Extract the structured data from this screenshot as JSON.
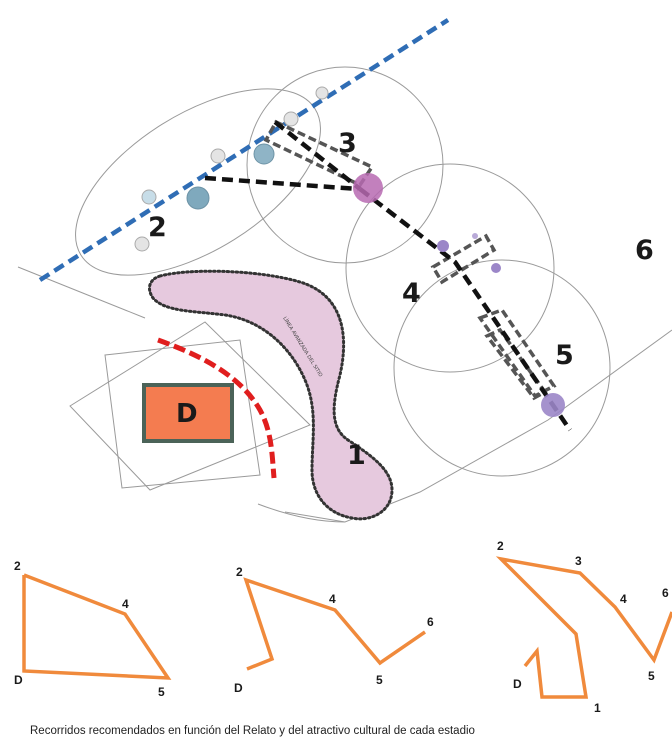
{
  "site_plan": {
    "zone_labels": {
      "z1": "1",
      "z2": "2",
      "z3": "3",
      "z4": "4",
      "z5": "5",
      "z6": "6"
    },
    "d_label": "D",
    "axis_text": "LÍNEA AVANZADA DEL SITIO",
    "colors": {
      "blue_line": "#2f6db5",
      "red_line": "#e01e1e",
      "pink_area": "#e6c9de",
      "d_box_fill": "#f47c50",
      "d_box_border": "#4b6358",
      "magenta_node": "#b76ab2",
      "teal_node": "#7fa9bd",
      "purple_node": "#9b86c8"
    }
  },
  "routes": {
    "color": "#f08a3c",
    "route_1": {
      "labels": {
        "p2": "2",
        "p4": "4",
        "pD": "D",
        "p5": "5"
      }
    },
    "route_2": {
      "labels": {
        "p2": "2",
        "p4": "4",
        "p6": "6",
        "pD": "D",
        "p5": "5"
      }
    },
    "route_3": {
      "labels": {
        "p2": "2",
        "p3": "3",
        "p4": "4",
        "p6": "6",
        "pD": "D",
        "p5": "5",
        "p1": "1"
      }
    }
  },
  "caption": "Recorridos recomendados en función del Relato y del atractivo cultural de cada estadio"
}
